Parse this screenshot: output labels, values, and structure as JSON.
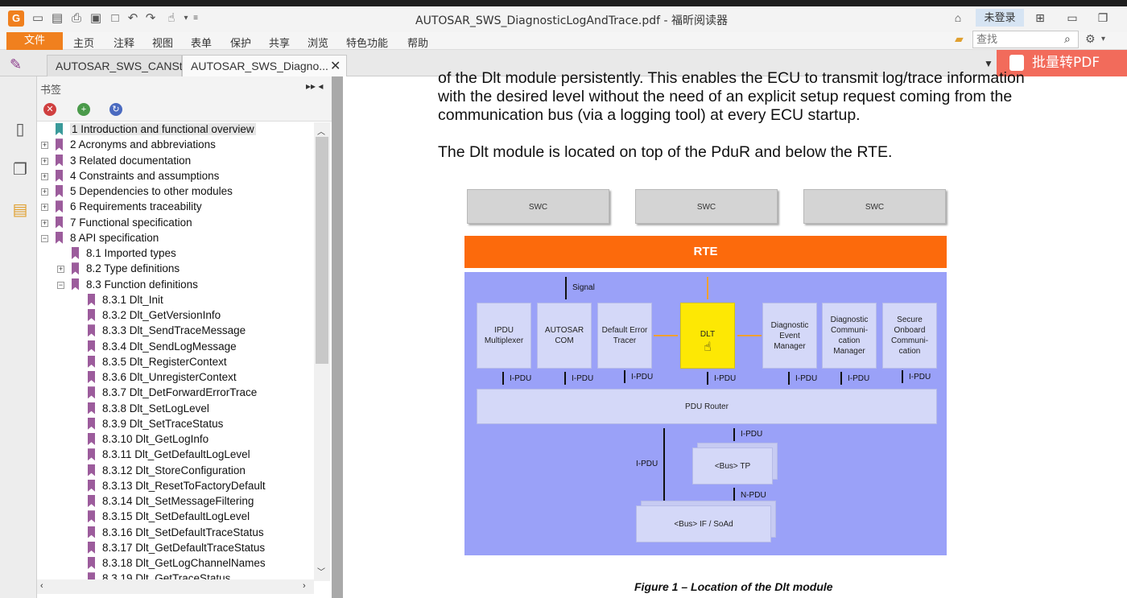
{
  "titlebar": {
    "logo": "G",
    "title": "AUTOSAR_SWS_DiagnosticLogAndTrace.pdf - 福昕阅读器",
    "login": "未登录"
  },
  "menu": {
    "file": "文件",
    "items": [
      "主页",
      "注释",
      "视图",
      "表单",
      "保护",
      "共享",
      "浏览",
      "特色功能",
      "帮助"
    ],
    "search_placeholder": "查找"
  },
  "tabs": [
    {
      "label": "AUTOSAR_SWS_CANSt..."
    },
    {
      "label": "AUTOSAR_SWS_Diagno..."
    }
  ],
  "promo": "批量转PDF",
  "bookmarks": {
    "title": "书签",
    "items": [
      {
        "label": "1 Introduction and functional overview"
      },
      {
        "label": "2 Acronyms and abbreviations"
      },
      {
        "label": "3 Related documentation"
      },
      {
        "label": "4 Constraints and assumptions"
      },
      {
        "label": "5 Dependencies to other modules"
      },
      {
        "label": "6 Requirements traceability"
      },
      {
        "label": "7 Functional specification"
      },
      {
        "label": "8 API specification"
      },
      {
        "label": "8.1 Imported types"
      },
      {
        "label": "8.2 Type definitions"
      },
      {
        "label": "8.3 Function definitions"
      },
      {
        "label": "8.3.1 Dlt_Init"
      },
      {
        "label": "8.3.2 Dlt_GetVersionInfo"
      },
      {
        "label": "8.3.3 Dlt_SendTraceMessage"
      },
      {
        "label": "8.3.4 Dlt_SendLogMessage"
      },
      {
        "label": "8.3.5 Dlt_RegisterContext"
      },
      {
        "label": "8.3.6 Dlt_UnregisterContext"
      },
      {
        "label": "8.3.7 Dlt_DetForwardErrorTrace"
      },
      {
        "label": "8.3.8 Dlt_SetLogLevel"
      },
      {
        "label": "8.3.9 Dlt_SetTraceStatus"
      },
      {
        "label": "8.3.10 Dlt_GetLogInfo"
      },
      {
        "label": "8.3.11 Dlt_GetDefaultLogLevel"
      },
      {
        "label": "8.3.12 Dlt_StoreConfiguration"
      },
      {
        "label": "8.3.13 Dlt_ResetToFactoryDefault"
      },
      {
        "label": "8.3.14 Dlt_SetMessageFiltering"
      },
      {
        "label": "8.3.15 Dlt_SetDefaultLogLevel"
      },
      {
        "label": "8.3.16 Dlt_SetDefaultTraceStatus"
      },
      {
        "label": "8.3.17 Dlt_GetDefaultTraceStatus"
      },
      {
        "label": "8.3.18 Dlt_GetLogChannelNames"
      },
      {
        "label": "8.3.19 Dlt_GetTraceStatus"
      }
    ]
  },
  "document": {
    "lines": [
      "of the Dlt module persistently. This enables the ECU to transmit log/trace information",
      "with the desired level without the need of an explicit setup request coming from the",
      "communication bus (via a logging tool) at every ECU startup.",
      "The Dlt module is located on top of the PduR and below the RTE."
    ],
    "caption": "Figure 1 – Location of the Dlt module"
  },
  "diagram": {
    "swc": [
      "SWC",
      "SWC",
      "SWC"
    ],
    "rte": "RTE",
    "signal": "Signal",
    "modules": [
      "IPDU Multiplexer",
      "AUTOSAR COM",
      "Default Error Tracer",
      "Diagnostic Event Manager",
      "Diagnostic Communi- cation Manager",
      "Secure Onboard Communi- cation"
    ],
    "dlt": "DLT",
    "ipdu": "I-PDU",
    "npdu": "N-PDU",
    "pdur": "PDU Router",
    "bustp": "<Bus> TP",
    "busif": "<Bus> IF / SoAd"
  }
}
